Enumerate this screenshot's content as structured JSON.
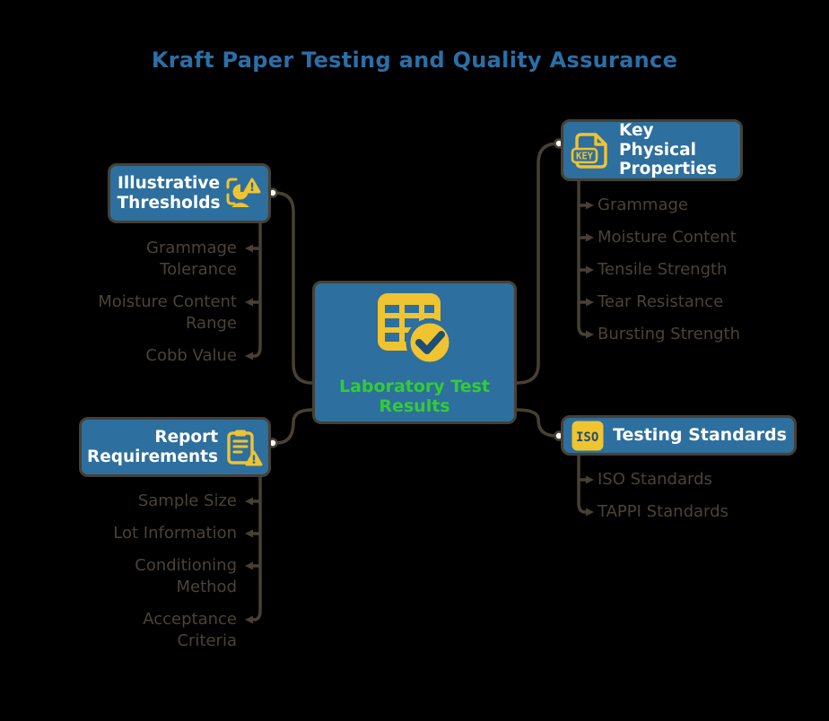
{
  "title": "Kraft Paper Testing and Quality Assurance",
  "center": {
    "label": "Laboratory Test Results",
    "icon": "table-check-icon"
  },
  "branches": [
    {
      "label": "Illustrative Thresholds",
      "icon": "scan-warning-icon",
      "side": "left",
      "children": [
        "Grammage Tolerance",
        "Moisture Content Range",
        "Cobb Value"
      ]
    },
    {
      "label": "Key Physical Properties",
      "icon": "key-document-icon",
      "badge": "KEY",
      "side": "right",
      "children": [
        "Grammage",
        "Moisture Content",
        "Tensile Strength",
        "Tear Resistance",
        "Bursting Strength"
      ]
    },
    {
      "label": "Report Requirements",
      "icon": "clipboard-warning-icon",
      "side": "left",
      "children": [
        "Sample Size",
        "Lot Information",
        "Conditioning Method",
        "Acceptance Criteria"
      ]
    },
    {
      "label": "Testing Standards",
      "icon": "iso-badge-icon",
      "badge": "ISO",
      "side": "right",
      "children": [
        "ISO Standards",
        "TAPPI Standards"
      ]
    }
  ],
  "colors": {
    "background": "#000000",
    "node_fill": "#2d6f9e",
    "node_border_and_connectors": "#474033",
    "title_text": "#2b6fa7",
    "center_label_text": "#33cc33",
    "child_text": "#4a4336",
    "node_text": "#ffffff",
    "icon_yellow": "#f0c330",
    "icon_dark_blue": "#1e4e74"
  }
}
